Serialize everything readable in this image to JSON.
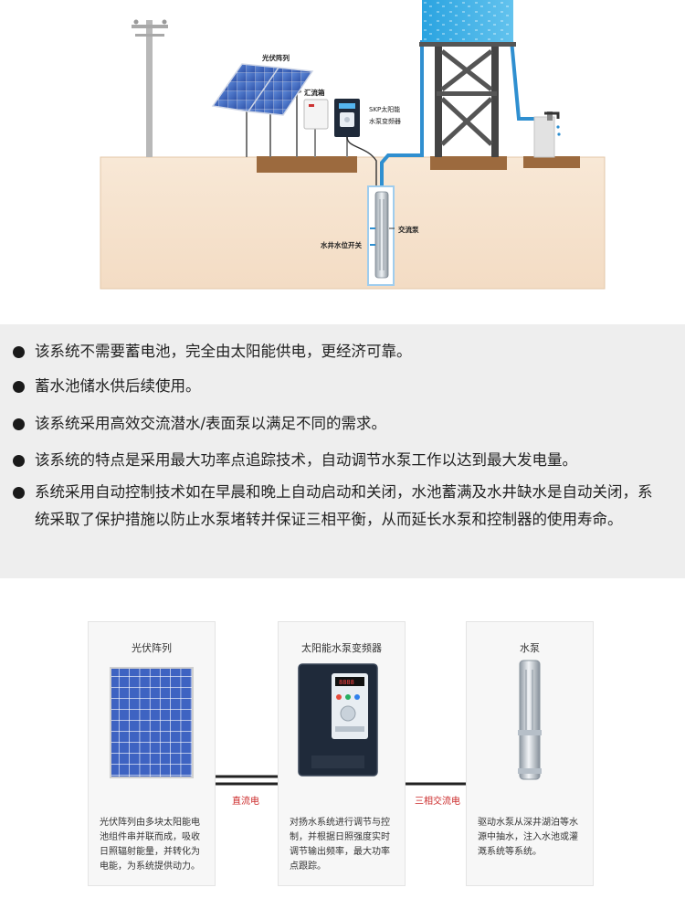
{
  "top_diagram": {
    "labels": {
      "pv_array": "光伏阵列",
      "combiner_box": "汇流箱",
      "inverter_line1": "SKP太阳能",
      "inverter_line2": "水泵变频器",
      "ac_pump": "交流泵",
      "well_level_switch": "水井水位开关"
    }
  },
  "features": [
    "该系统不需要蓄电池，完全由太阳能供电，更经济可靠。",
    "蓄水池储水供后续使用。",
    "该系统采用高效交流潜水/表面泵以满足不同的需求。",
    "该系统的特点是采用最大功率点追踪技术，自动调节水泵工作以达到最大发电量。",
    "系统采用自动控制技术如在早晨和晚上自动启动和关闭，水池蓄满及水井缺水是自动关闭，系统采取了保护措施以防止水泵堵转并保证三相平衡，从而延长水泵和控制器的使用寿命。"
  ],
  "flow": {
    "panels": [
      {
        "title": "光伏阵列",
        "desc": "光伏阵列由多块太阳能电池组件串并联而成，吸收日照辐射能量，并转化为电能，为系统提供动力。"
      },
      {
        "title": "太阳能水泵变频器",
        "desc": "对扬水系统进行调节与控制，并根据日照强度实时调节输出频率，最大功率点跟踪。"
      },
      {
        "title": "水泵",
        "desc": "驱动水泵从深井湖泊等水源中抽水，注入水池或灌溉系统等系统。"
      }
    ],
    "link_labels": {
      "dc": "直流电",
      "ac3": "三相交流电"
    }
  },
  "colors": {
    "ground": "#f6e4d0",
    "foundation": "#9c6a3e",
    "water_pipe": "#2f8fd0",
    "panel_blue": "#3c63c4",
    "inverter_dark": "#1f2a3a",
    "features_bg": "#eeeeee",
    "link_label_red": "#cc2a2a"
  }
}
